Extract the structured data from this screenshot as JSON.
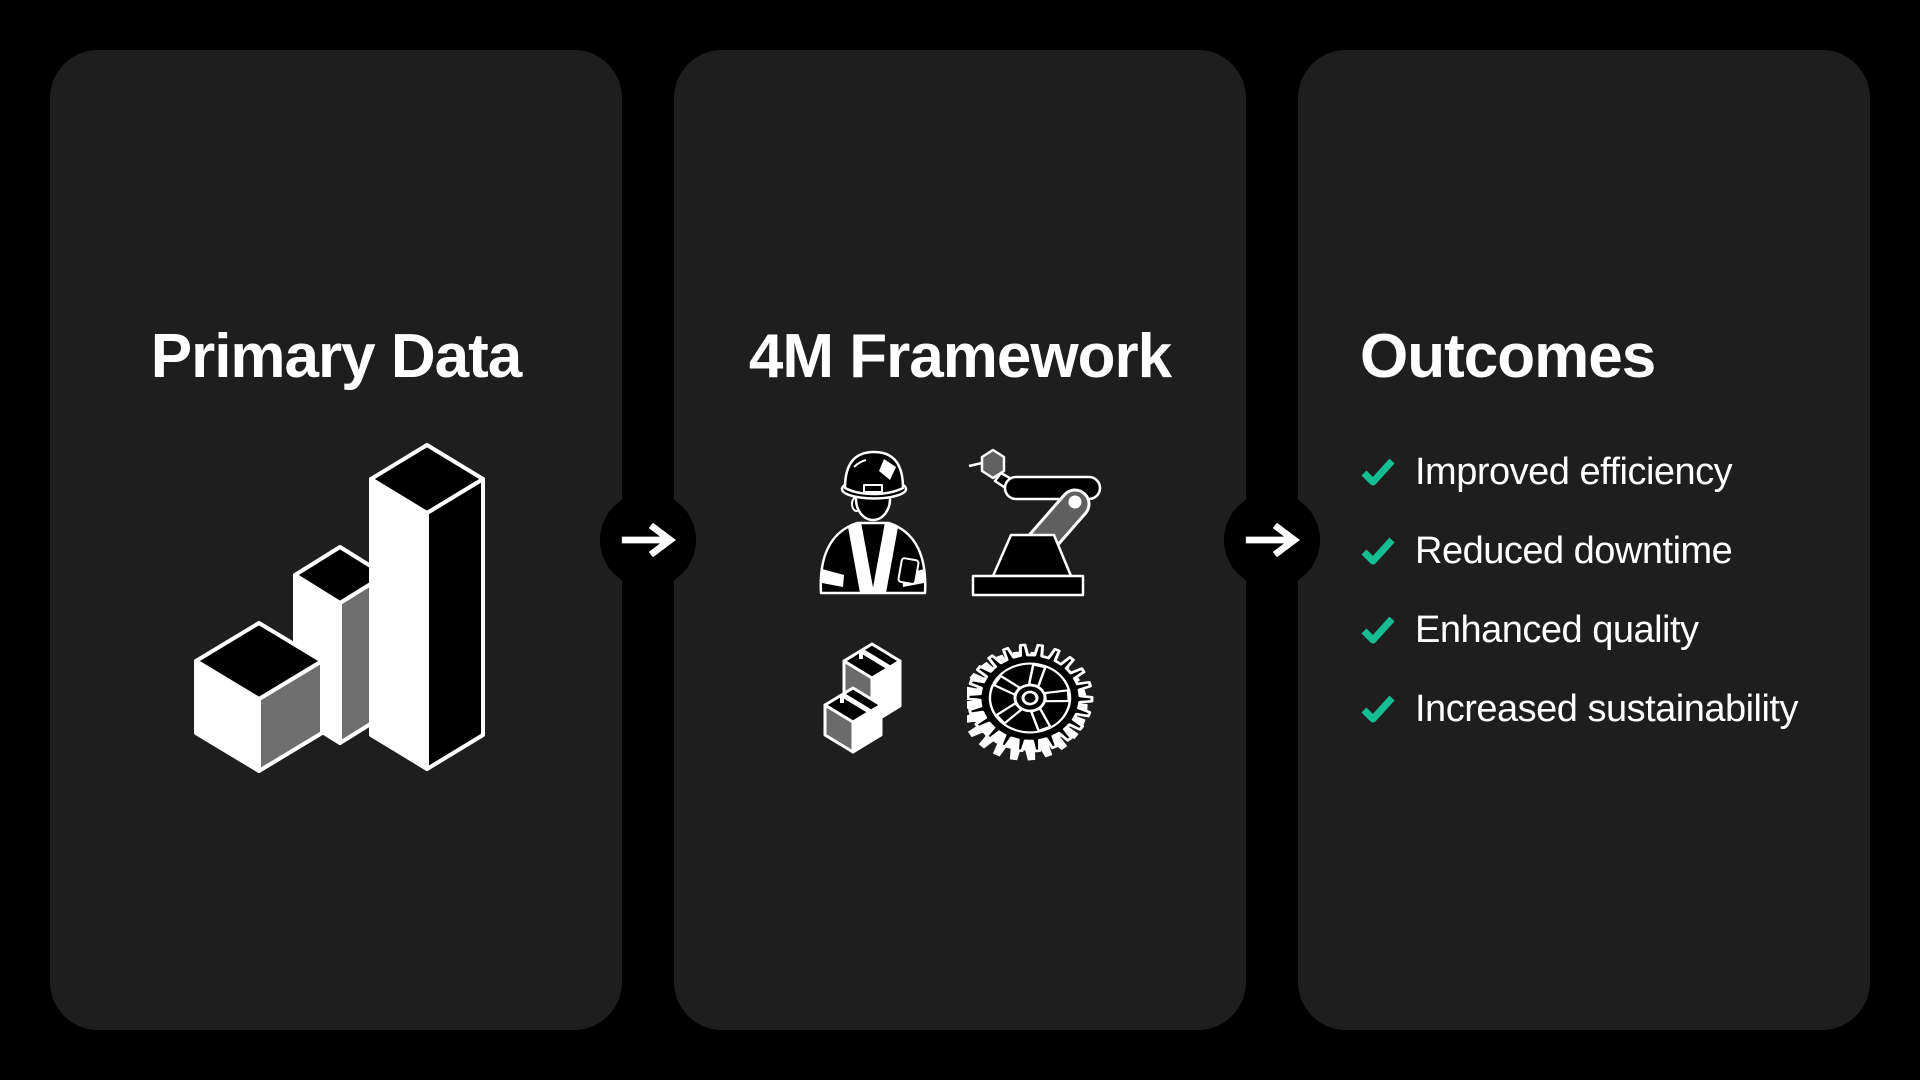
{
  "diagram": {
    "colors": {
      "background": "#000000",
      "card_background": "#1f1e1e",
      "text": "#ffffff",
      "check_accent": "#15bd92",
      "iso_gray_face": "#6e6e6e"
    },
    "cards": [
      {
        "title": "Primary Data",
        "icon": "isometric-bar-chart-icon"
      },
      {
        "title": "4M Framework",
        "icons": [
          "worker-icon",
          "robot-arm-icon",
          "stacked-boxes-icon",
          "gear-icon"
        ]
      },
      {
        "title": "Outcomes",
        "items": [
          {
            "icon": "check-icon",
            "label": "Improved efficiency"
          },
          {
            "icon": "check-icon",
            "label": "Reduced downtime"
          },
          {
            "icon": "check-icon",
            "label": "Enhanced quality"
          },
          {
            "icon": "check-icon",
            "label": "Increased sustainability"
          }
        ]
      }
    ],
    "connectors": [
      {
        "icon": "right-arrow-icon",
        "symbol": "→"
      },
      {
        "icon": "right-arrow-icon",
        "symbol": "→"
      }
    ]
  }
}
